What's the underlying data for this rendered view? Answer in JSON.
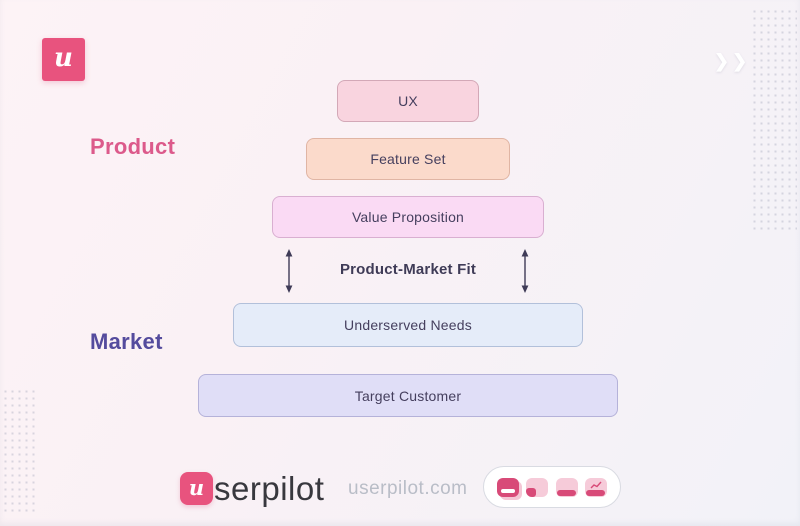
{
  "brand": {
    "badge_letter": "u",
    "footer_letter": "u",
    "name_suffix": "serpilot"
  },
  "decorations": {
    "chevrons": "❯❯"
  },
  "side_labels": {
    "product": {
      "text": "Product",
      "color": "#dc5a8b"
    },
    "market": {
      "text": "Market",
      "color": "#544b9d"
    }
  },
  "pyramid": {
    "fit_label": "Product-Market Fit",
    "boxes": [
      {
        "label": "UX",
        "fill": "#f9d4df",
        "border": "#d3a8b7"
      },
      {
        "label": "Feature Set",
        "fill": "#fbdacb",
        "border": "#e0b5a4"
      },
      {
        "label": "Value Proposition",
        "fill": "#fadaf4",
        "border": "#d9afd1"
      },
      {
        "label": "Underserved Needs",
        "fill": "#e5ecf9",
        "border": "#b2c0da"
      },
      {
        "label": "Target Customer",
        "fill": "#e0def7",
        "border": "#b5b2d9"
      }
    ]
  },
  "footer": {
    "website": "userpilot.com",
    "icons": [
      "modal-icon",
      "slideout-icon",
      "banner-icon",
      "analytics-icon"
    ]
  },
  "colors": {
    "logo_pink": "#e8537e",
    "icon_dark_pink": "#d84a78",
    "icon_light_pink": "#f6cbd9",
    "arrow": "#3f3b57",
    "box_text": "#453f5e"
  }
}
